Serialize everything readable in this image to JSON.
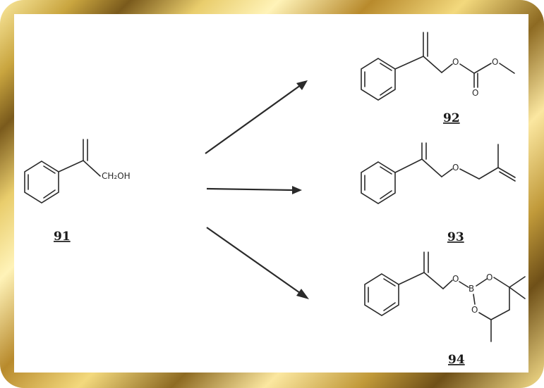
{
  "compounds": {
    "start": {
      "label": "91",
      "group": "CH₂OH"
    },
    "p92": {
      "label": "92",
      "atoms": [
        "O",
        "O",
        "O"
      ]
    },
    "p93": {
      "label": "93",
      "atoms": [
        "O"
      ]
    },
    "p94": {
      "label": "94",
      "atoms": [
        "O",
        "B",
        "O",
        "O"
      ]
    }
  },
  "colors": {
    "ink": "#2a2a2a",
    "frame_gold": "#c9a53f"
  }
}
